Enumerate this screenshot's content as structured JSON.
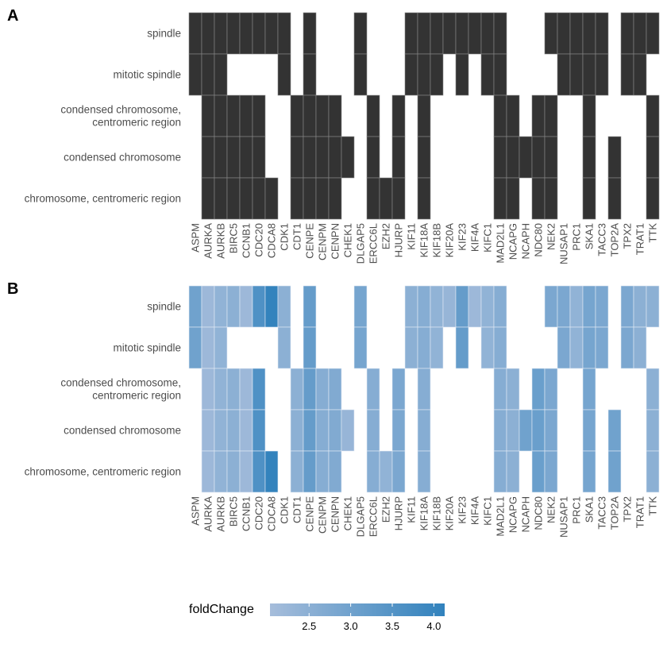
{
  "chart_data": [
    {
      "type": "heatmap",
      "panel_label": "A",
      "genes": [
        "ASPM",
        "AURKA",
        "AURKB",
        "BIRC5",
        "CCNB1",
        "CDC20",
        "CDCA8",
        "CDK1",
        "CDT1",
        "CENPE",
        "CENPM",
        "CENPN",
        "CHEK1",
        "DLGAP5",
        "ERCC6L",
        "EZH2",
        "HJURP",
        "KIF11",
        "KIF18A",
        "KIF18B",
        "KIF20A",
        "KIF23",
        "KIF4A",
        "KIFC1",
        "MAD2L1",
        "NCAPG",
        "NCAPH",
        "NDC80",
        "NEK2",
        "NUSAP1",
        "PRC1",
        "SKA1",
        "TACC3",
        "TOP2A",
        "TPX2",
        "TRAT1",
        "TTK"
      ],
      "terms": [
        {
          "label": "spindle",
          "lines": [
            "spindle"
          ],
          "genes": [
            "ASPM",
            "AURKA",
            "AURKB",
            "BIRC5",
            "CCNB1",
            "CDC20",
            "CDCA8",
            "CDK1",
            "CENPE",
            "DLGAP5",
            "KIF11",
            "KIF18A",
            "KIF18B",
            "KIF20A",
            "KIF23",
            "KIF4A",
            "KIFC1",
            "MAD2L1",
            "NEK2",
            "NUSAP1",
            "PRC1",
            "SKA1",
            "TACC3",
            "TPX2",
            "TRAT1",
            "TTK"
          ]
        },
        {
          "label": "mitotic spindle",
          "lines": [
            "mitotic spindle"
          ],
          "genes": [
            "ASPM",
            "AURKA",
            "AURKB",
            "CDK1",
            "CENPE",
            "DLGAP5",
            "KIF11",
            "KIF18A",
            "KIF18B",
            "KIF23",
            "KIFC1",
            "MAD2L1",
            "NUSAP1",
            "PRC1",
            "SKA1",
            "TACC3",
            "TPX2",
            "TRAT1"
          ]
        },
        {
          "label": "condensed chromosome, centromeric region",
          "lines": [
            "condensed chromosome,",
            "centromeric region"
          ],
          "genes": [
            "AURKA",
            "AURKB",
            "BIRC5",
            "CCNB1",
            "CDC20",
            "CDT1",
            "CENPE",
            "CENPM",
            "CENPN",
            "ERCC6L",
            "HJURP",
            "KIF18A",
            "MAD2L1",
            "NCAPG",
            "NDC80",
            "NEK2",
            "SKA1",
            "TTK"
          ]
        },
        {
          "label": "condensed chromosome",
          "lines": [
            "condensed chromosome"
          ],
          "genes": [
            "AURKA",
            "AURKB",
            "BIRC5",
            "CCNB1",
            "CDC20",
            "CDT1",
            "CENPE",
            "CENPM",
            "CENPN",
            "CHEK1",
            "ERCC6L",
            "HJURP",
            "KIF18A",
            "MAD2L1",
            "NCAPG",
            "NCAPH",
            "NDC80",
            "NEK2",
            "SKA1",
            "TOP2A",
            "TTK"
          ]
        },
        {
          "label": "chromosome, centromeric region",
          "lines": [
            "chromosome, centromeric region"
          ],
          "genes": [
            "AURKA",
            "AURKB",
            "BIRC5",
            "CCNB1",
            "CDC20",
            "CDCA8",
            "CDT1",
            "CENPE",
            "CENPM",
            "CENPN",
            "ERCC6L",
            "EZH2",
            "HJURP",
            "KIF18A",
            "MAD2L1",
            "NCAPG",
            "NDC80",
            "NEK2",
            "SKA1",
            "TOP2A",
            "TTK"
          ]
        }
      ],
      "fill": "#333333"
    },
    {
      "type": "heatmap",
      "panel_label": "B",
      "color_by": "foldChange",
      "legend_title": "foldChange",
      "legend_ticks": [
        2.5,
        3.0,
        3.5,
        4.0
      ],
      "legend_tick_labels": [
        "2.5",
        "3.0",
        "3.5",
        "4.0"
      ],
      "color_range": [
        2.03,
        4.13
      ],
      "color_low": "#A6BDDB",
      "color_high": "#3182BD",
      "foldChange": {
        "ASPM": 3.0,
        "AURKA": 2.2,
        "AURKB": 2.4,
        "BIRC5": 2.5,
        "CCNB1": 2.2,
        "CDC20": 3.6,
        "CDCA8": 4.1,
        "CDK1": 2.5,
        "CDT1": 2.5,
        "CENPE": 3.2,
        "CENPM": 2.6,
        "CENPN": 2.7,
        "CHEK1": 2.3,
        "DLGAP5": 2.9,
        "ERCC6L": 2.6,
        "EZH2": 2.4,
        "HJURP": 2.8,
        "KIF11": 2.5,
        "KIF18A": 2.6,
        "KIF18B": 2.4,
        "KIF20A": 2.3,
        "KIF23": 3.2,
        "KIF4A": 2.2,
        "KIFC1": 2.4,
        "MAD2L1": 2.6,
        "NCAPG": 2.5,
        "NCAPH": 3.0,
        "NDC80": 3.1,
        "NEK2": 2.8,
        "NUSAP1": 2.8,
        "PRC1": 2.4,
        "SKA1": 2.9,
        "TACC3": 2.8,
        "TOP2A": 3.0,
        "TPX2": 2.8,
        "TRAT1": 2.5,
        "TTK": 2.5
      }
    }
  ]
}
